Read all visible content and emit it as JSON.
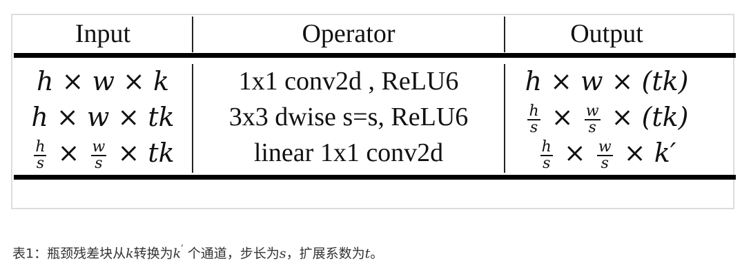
{
  "table": {
    "headers": [
      "Input",
      "Operator",
      "Output"
    ],
    "rows": [
      {
        "input": "h × w × k",
        "operator": "1x1 conv2d , ReLU6",
        "output": "h × w × (tk)"
      },
      {
        "input": "h × w × tk",
        "operator": "3x3 dwise s=s, ReLU6",
        "output": "h/s × w/s × (tk)"
      },
      {
        "input": "h/s × w/s × tk",
        "operator": "linear 1x1 conv2d",
        "output": "h/s × w/s × k′"
      }
    ]
  },
  "caption": {
    "p1": "表1：瓶颈残差块从",
    "k": "k",
    "p2": "转换为",
    "k2": "k",
    "prime": "′",
    "p3": " 个通道，步长为",
    "s": "s",
    "p4": "，扩展系数为",
    "t": "t",
    "p5": "。"
  }
}
